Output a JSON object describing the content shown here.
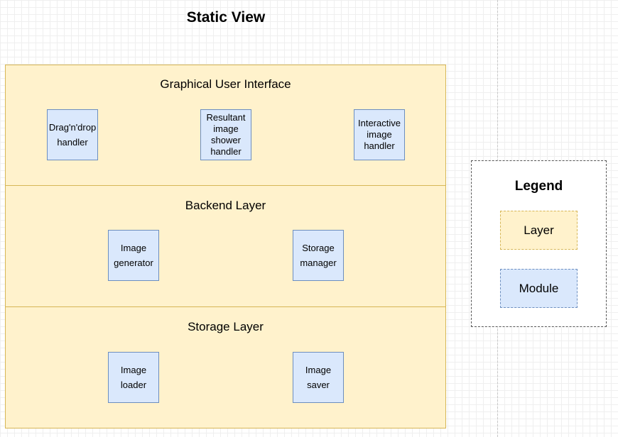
{
  "title": "Static View",
  "layers": [
    {
      "title": "Graphical User Interface",
      "modules": [
        "Drag'n'drop handler",
        "Resultant image shower handler",
        "Interactive image handler"
      ]
    },
    {
      "title": "Backend Layer",
      "modules": [
        "Image generator",
        "Storage manager"
      ]
    },
    {
      "title": "Storage Layer",
      "modules": [
        "Image loader",
        "Image saver"
      ]
    }
  ],
  "legend": {
    "title": "Legend",
    "layer_label": "Layer",
    "module_label": "Module"
  },
  "colors": {
    "layer_fill": "#fff2cc",
    "layer_stroke": "#d6b656",
    "module_fill": "#dae8fc",
    "module_stroke": "#6c8ebf"
  }
}
